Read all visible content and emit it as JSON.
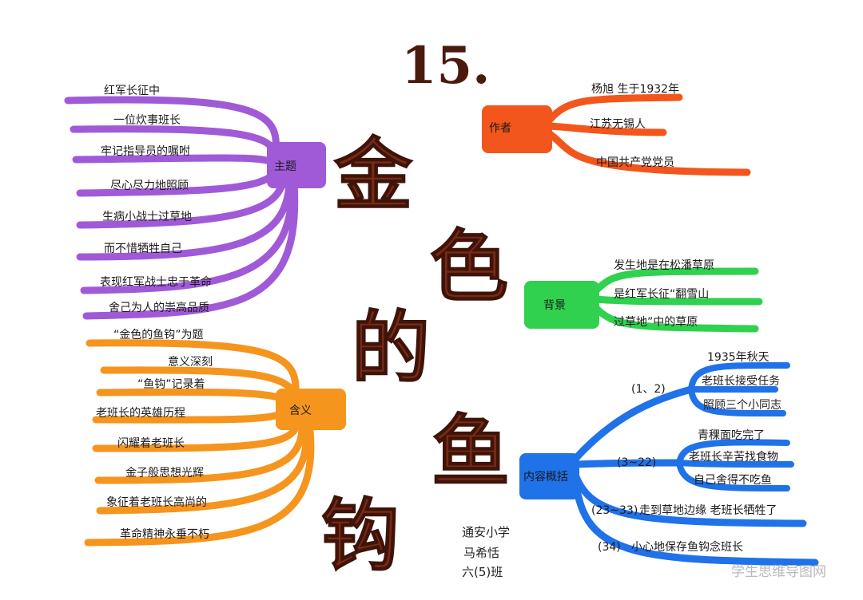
{
  "title": {
    "number": "15.",
    "characters": [
      "金",
      "色",
      "的",
      "鱼",
      "钩"
    ]
  },
  "colors": {
    "purple": "#a05ad8",
    "orange": "#f5951e",
    "orange_red": "#f2561c",
    "green": "#2fd14f",
    "blue": "#1f72e8",
    "title_brown": "#7a2a16"
  },
  "branches": {
    "theme": {
      "label": "主题",
      "color": "purple",
      "items": [
        "红军长征中",
        "一位炊事班长",
        "牢记指导员的嘱咐",
        "尽心尽力地照顾",
        "生病小战士过草地",
        "而不惜牺牲自己",
        "表现红军战士忠于革命",
        "舍己为人的崇高品质"
      ]
    },
    "meaning": {
      "label": "含义",
      "color": "orange",
      "items": [
        "“金色的鱼钩”为题",
        "意义深刻",
        "“鱼钩”记录着",
        "老班长的英雄历程",
        "闪耀着老班长",
        "金子般思想光辉",
        "象征着老班长高尚的",
        "革命精神永垂不朽"
      ]
    },
    "author": {
      "label": "作者",
      "color": "orange_red",
      "items": [
        "杨旭 生于1932年",
        "江苏无锡人",
        "中国共产党党员"
      ]
    },
    "background": {
      "label": "背景",
      "color": "green",
      "items": [
        "发生地是在松潘草原",
        "是红军长征“翻雪山",
        "过草地”中的草原"
      ]
    },
    "summary": {
      "label": "内容概括",
      "color": "blue",
      "groups": [
        {
          "range": "(1、2)",
          "items": [
            "1935年秋天",
            "老班长接受任务",
            "照顾三个小同志"
          ]
        },
        {
          "range": "(3~22)",
          "items": [
            "青稞面吃完了",
            "老班长辛苦找食物",
            "自己舍得不吃鱼"
          ]
        },
        {
          "range": "(23~33)",
          "items": [
            "走到草地边缘 老班长牺牲了"
          ]
        },
        {
          "range": "(34)",
          "items": [
            "小心地保存鱼钩念班长"
          ]
        }
      ]
    }
  },
  "signature": [
    "通安小学",
    "马希恬",
    "六(5)班"
  ],
  "watermark": "学生思维导图网"
}
